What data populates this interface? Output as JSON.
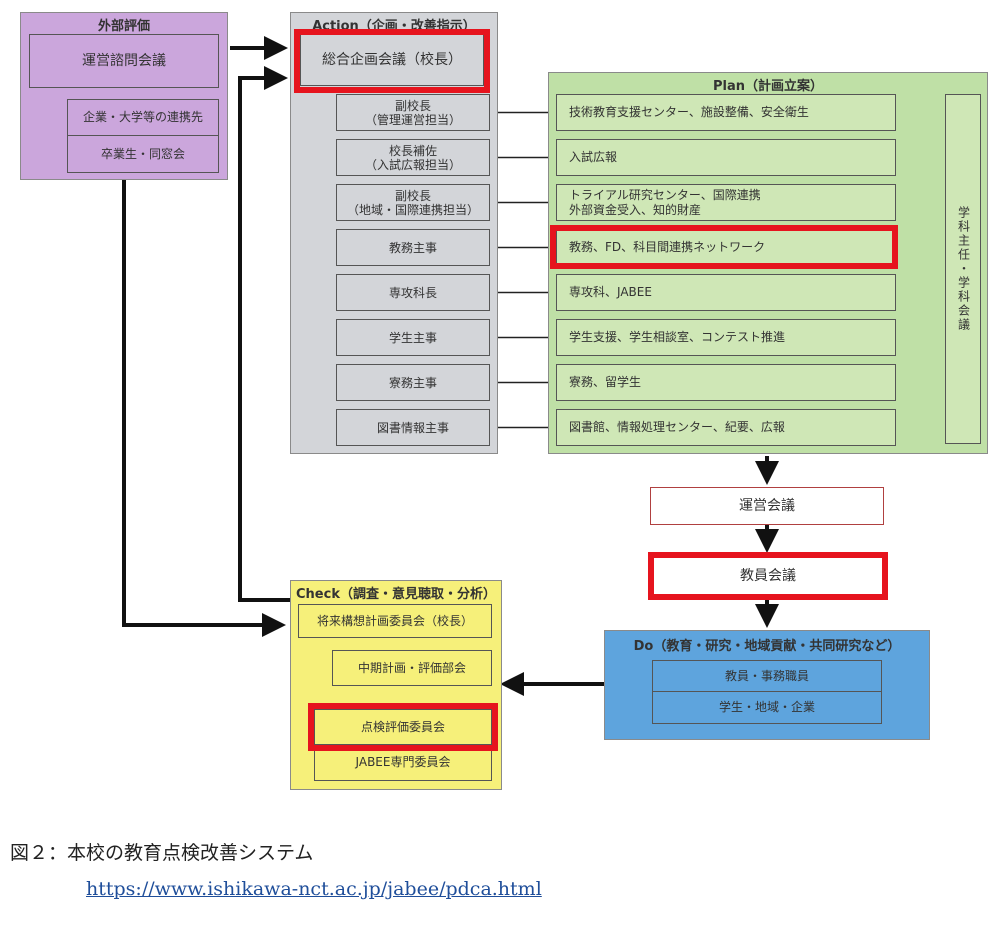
{
  "external": {
    "title": "外部評価",
    "council": "運営諮問会議",
    "partners": "企業・大学等の連携先",
    "alumni": "卒業生・同窓会"
  },
  "action": {
    "title": "Action（企画・改善指示）",
    "head": "総合企画会議（校長）",
    "roles": [
      "副校長\n（管理運営担当）",
      "校長補佐\n（入試広報担当）",
      "副校長\n（地域・国際連携担当）",
      "教務主事",
      "専攻科長",
      "学生主事",
      "寮務主事",
      "図書情報主事"
    ]
  },
  "plan": {
    "title": "Plan（計画立案）",
    "items": [
      "技術教育支援センター、施設整備、安全衛生",
      "入試広報",
      "トライアル研究センター、国際連携\n外部資金受入、知的財産",
      "教務、FD、科目間連携ネットワーク",
      "専攻科、JABEE",
      "学生支援、学生相談室、コンテスト推進",
      "寮務、留学生",
      "図書館、情報処理センター、紀要、広報"
    ],
    "side": "学科主任・学科会議"
  },
  "meetings": {
    "management": "運営会議",
    "faculty": "教員会議"
  },
  "do_panel": {
    "title": "Do（教育・研究・地域貢献・共同研究など）",
    "staff": "教員・事務職員",
    "community": "学生・地域・企業"
  },
  "check": {
    "title": "Check（調査・意見聴取・分析）",
    "future": "将来構想計画委員会（校長）",
    "midterm": "中期計画・評価部会",
    "inspection": "点検評価委員会",
    "jabee": "JABEE専門委員会"
  },
  "caption": {
    "figure": "図２：本校の教育点検改善システム",
    "url": "https://www.ishikawa-nct.ac.jp/jabee/pdca.html"
  },
  "colors": {
    "external": "#cba6dc",
    "action": "#d3d5d9",
    "plan": "#bfe0a6",
    "check": "#f6f07a",
    "do": "#5ea4dd",
    "highlight": "#e6141e"
  }
}
